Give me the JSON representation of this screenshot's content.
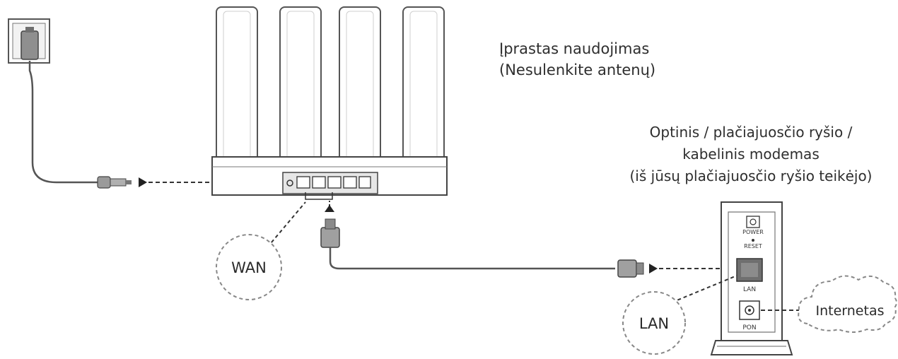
{
  "captions": {
    "usage_line1": "Įprastas naudojimas",
    "usage_line2": "(Nesulenkite antenų)",
    "modem_line1": "Optinis / plačiajuosčio ryšio /",
    "modem_line2": "kabelinis modemas",
    "modem_line3": "(iš jūsų plačiajuosčio ryšio teikėjo)"
  },
  "callouts": {
    "wan": "WAN",
    "lan": "LAN",
    "internet": "Internetas"
  },
  "modem_labels": {
    "power": "POWER",
    "reset": "RESET",
    "lan_port": "LAN",
    "pon_port": "PON"
  },
  "icons": [
    "power-outlet-icon",
    "power-adapter-icon",
    "router-icon",
    "modem-icon",
    "cloud-icon"
  ],
  "colors": {
    "line": "#2b2b2b",
    "callout_dash": "#8a8a8a",
    "fill_gray": "#9a9a9a",
    "router_body": "#ffffff"
  }
}
